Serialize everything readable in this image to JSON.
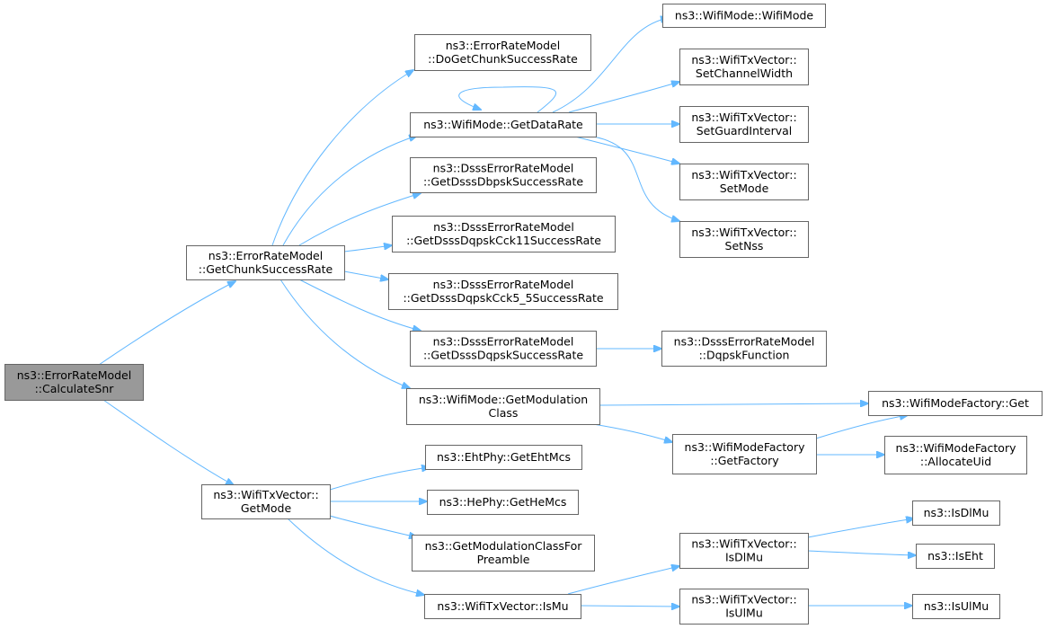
{
  "graph": {
    "type": "call-graph",
    "nodes": [
      {
        "id": "calcSnr",
        "lines": [
          "ns3::ErrorRateModel",
          "::CalculateSnr"
        ],
        "root": true
      },
      {
        "id": "getChunk",
        "lines": [
          "ns3::ErrorRateModel",
          "::GetChunkSuccessRate"
        ]
      },
      {
        "id": "txGetMode",
        "lines": [
          "ns3::WifiTxVector::",
          "GetMode"
        ]
      },
      {
        "id": "doGetChunk",
        "lines": [
          "ns3::ErrorRateModel",
          "::DoGetChunkSuccessRate"
        ]
      },
      {
        "id": "getDataRate",
        "lines": [
          "ns3::WifiMode::GetDataRate"
        ]
      },
      {
        "id": "dbpsk",
        "lines": [
          "ns3::DsssErrorRateModel",
          "::GetDsssDbpskSuccessRate"
        ]
      },
      {
        "id": "cck11",
        "lines": [
          "ns3::DsssErrorRateModel",
          "::GetDsssDqpskCck11SuccessRate"
        ]
      },
      {
        "id": "cck55",
        "lines": [
          "ns3::DsssErrorRateModel",
          "::GetDsssDqpskCck5_5SuccessRate"
        ]
      },
      {
        "id": "dqpsk",
        "lines": [
          "ns3::DsssErrorRateModel",
          "::GetDsssDqpskSuccessRate"
        ]
      },
      {
        "id": "getModClass",
        "lines": [
          "ns3::WifiMode::GetModulation",
          "Class"
        ]
      },
      {
        "id": "wifiModeCtor",
        "lines": [
          "ns3::WifiMode::WifiMode"
        ]
      },
      {
        "id": "setChanWidth",
        "lines": [
          "ns3::WifiTxVector::",
          "SetChannelWidth"
        ]
      },
      {
        "id": "setGuard",
        "lines": [
          "ns3::WifiTxVector::",
          "SetGuardInterval"
        ]
      },
      {
        "id": "setMode",
        "lines": [
          "ns3::WifiTxVector::",
          "SetMode"
        ]
      },
      {
        "id": "setNss",
        "lines": [
          "ns3::WifiTxVector::",
          "SetNss"
        ]
      },
      {
        "id": "dqpskFn",
        "lines": [
          "ns3::DsssErrorRateModel",
          "::DqpskFunction"
        ]
      },
      {
        "id": "factoryGet",
        "lines": [
          "ns3::WifiModeFactory::Get"
        ]
      },
      {
        "id": "getFactory",
        "lines": [
          "ns3::WifiModeFactory",
          "::GetFactory"
        ]
      },
      {
        "id": "allocUid",
        "lines": [
          "ns3::WifiModeFactory",
          "::AllocateUid"
        ]
      },
      {
        "id": "getEhtMcs",
        "lines": [
          "ns3::EhtPhy::GetEhtMcs"
        ]
      },
      {
        "id": "getHeMcs",
        "lines": [
          "ns3::HePhy::GetHeMcs"
        ]
      },
      {
        "id": "getModClassPre",
        "lines": [
          "ns3::GetModulationClassFor",
          "Preamble"
        ]
      },
      {
        "id": "isMu",
        "lines": [
          "ns3::WifiTxVector::IsMu"
        ]
      },
      {
        "id": "txIsDlMu",
        "lines": [
          "ns3::WifiTxVector::",
          "IsDlMu"
        ]
      },
      {
        "id": "txIsUlMu",
        "lines": [
          "ns3::WifiTxVector::",
          "IsUlMu"
        ]
      },
      {
        "id": "isDlMu",
        "lines": [
          "ns3::IsDlMu"
        ]
      },
      {
        "id": "isEht",
        "lines": [
          "ns3::IsEht"
        ]
      },
      {
        "id": "isUlMu",
        "lines": [
          "ns3::IsUlMu"
        ]
      }
    ],
    "edges": [
      [
        "calcSnr",
        "getChunk"
      ],
      [
        "calcSnr",
        "txGetMode"
      ],
      [
        "getChunk",
        "doGetChunk"
      ],
      [
        "getChunk",
        "getDataRate"
      ],
      [
        "getChunk",
        "dbpsk"
      ],
      [
        "getChunk",
        "cck11"
      ],
      [
        "getChunk",
        "cck55"
      ],
      [
        "getChunk",
        "dqpsk"
      ],
      [
        "getChunk",
        "getModClass"
      ],
      [
        "getDataRate",
        "getDataRate"
      ],
      [
        "getDataRate",
        "wifiModeCtor"
      ],
      [
        "getDataRate",
        "setChanWidth"
      ],
      [
        "getDataRate",
        "setGuard"
      ],
      [
        "getDataRate",
        "setMode"
      ],
      [
        "getDataRate",
        "setNss"
      ],
      [
        "dqpsk",
        "dqpskFn"
      ],
      [
        "getModClass",
        "factoryGet"
      ],
      [
        "getModClass",
        "getFactory"
      ],
      [
        "getFactory",
        "factoryGet"
      ],
      [
        "getFactory",
        "allocUid"
      ],
      [
        "txGetMode",
        "getEhtMcs"
      ],
      [
        "txGetMode",
        "getHeMcs"
      ],
      [
        "txGetMode",
        "getModClassPre"
      ],
      [
        "txGetMode",
        "isMu"
      ],
      [
        "isMu",
        "txIsDlMu"
      ],
      [
        "isMu",
        "txIsUlMu"
      ],
      [
        "txIsDlMu",
        "isDlMu"
      ],
      [
        "txIsDlMu",
        "isEht"
      ],
      [
        "txIsUlMu",
        "isUlMu"
      ]
    ]
  }
}
